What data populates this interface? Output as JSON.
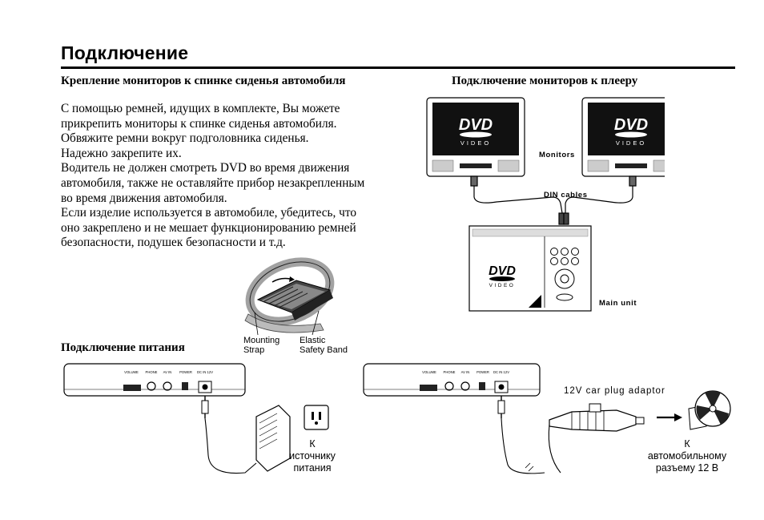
{
  "page": {
    "title": "Подключение"
  },
  "mounting": {
    "heading": "Крепление мониторов к спинке сиденья автомобиля",
    "paragraphs": [
      "С помощью ремней, идущих в комплекте, Вы можете",
      "прикрепить мониторы к спинке сиденья автомобиля.",
      "Обвяжите ремни вокруг подголовника сиденья.",
      "Надежно закрепите их.",
      "Водитель не должен смотреть DVD во время движения",
      "автомобиля, также не оставляйте прибор незакрепленным",
      "во время движения автомобиля.",
      "Если изделие используется в автомобиле, убедитесь, что",
      "оно закреплено и не мешает функционированию ремней",
      "безопасности, подушек безопасности и т.д."
    ],
    "strap_label_line1": "Mounting",
    "strap_label_line2": "Strap",
    "band_label_line1": "Elastic",
    "band_label_line2": "Safety Band"
  },
  "monitors": {
    "heading": "Подключение мониторов к плееру",
    "monitors_label": "Monitors",
    "cables_label": "DIN cables",
    "main_unit_label": "Main unit",
    "dvd_logo": "DVD",
    "dvd_sub": "VIDEO"
  },
  "power": {
    "heading": "Подключение питания",
    "home_label_line1": "К",
    "home_label_line2": "источнику",
    "home_label_line3": "питания",
    "car_adaptor_label": "12V car plug adaptor",
    "car_label_line1": "К",
    "car_label_line2": "автомобильному",
    "car_label_line3": "разъему 12 В",
    "panel_labels": [
      "VOLUME",
      "PHONE",
      "AV IN",
      "POWER",
      "DC IN 12V"
    ]
  }
}
